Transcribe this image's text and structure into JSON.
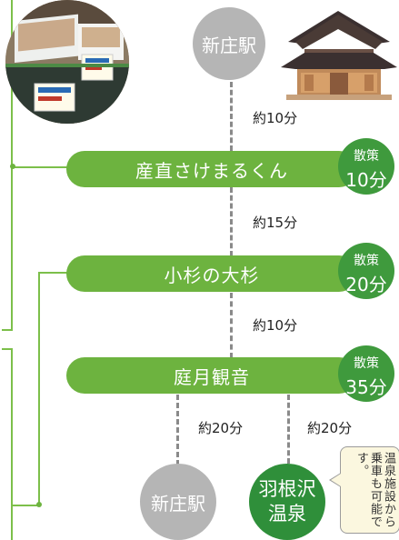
{
  "route": {
    "start_station": "新庄駅",
    "stops": [
      {
        "name": "産直さけまるくん",
        "walk_label": "散策",
        "walk_time": "10分"
      },
      {
        "name": "小杉の大杉",
        "walk_label": "散策",
        "walk_time": "20分"
      },
      {
        "name": "庭月観音",
        "walk_label": "散策",
        "walk_time": "35分"
      }
    ],
    "segments": [
      "約10分",
      "約15分",
      "約10分"
    ],
    "branches": {
      "left_time": "約20分",
      "right_time": "約20分",
      "left_dest": "新庄駅",
      "right_dest_line1": "羽根沢",
      "right_dest_line2": "温泉"
    },
    "note": "温泉施設から乗車も可能です。"
  },
  "colors": {
    "bar": "#6db33f",
    "badge": "#3f9a3d",
    "station": "#b5b5b5",
    "onsen": "#2f8f3a"
  }
}
